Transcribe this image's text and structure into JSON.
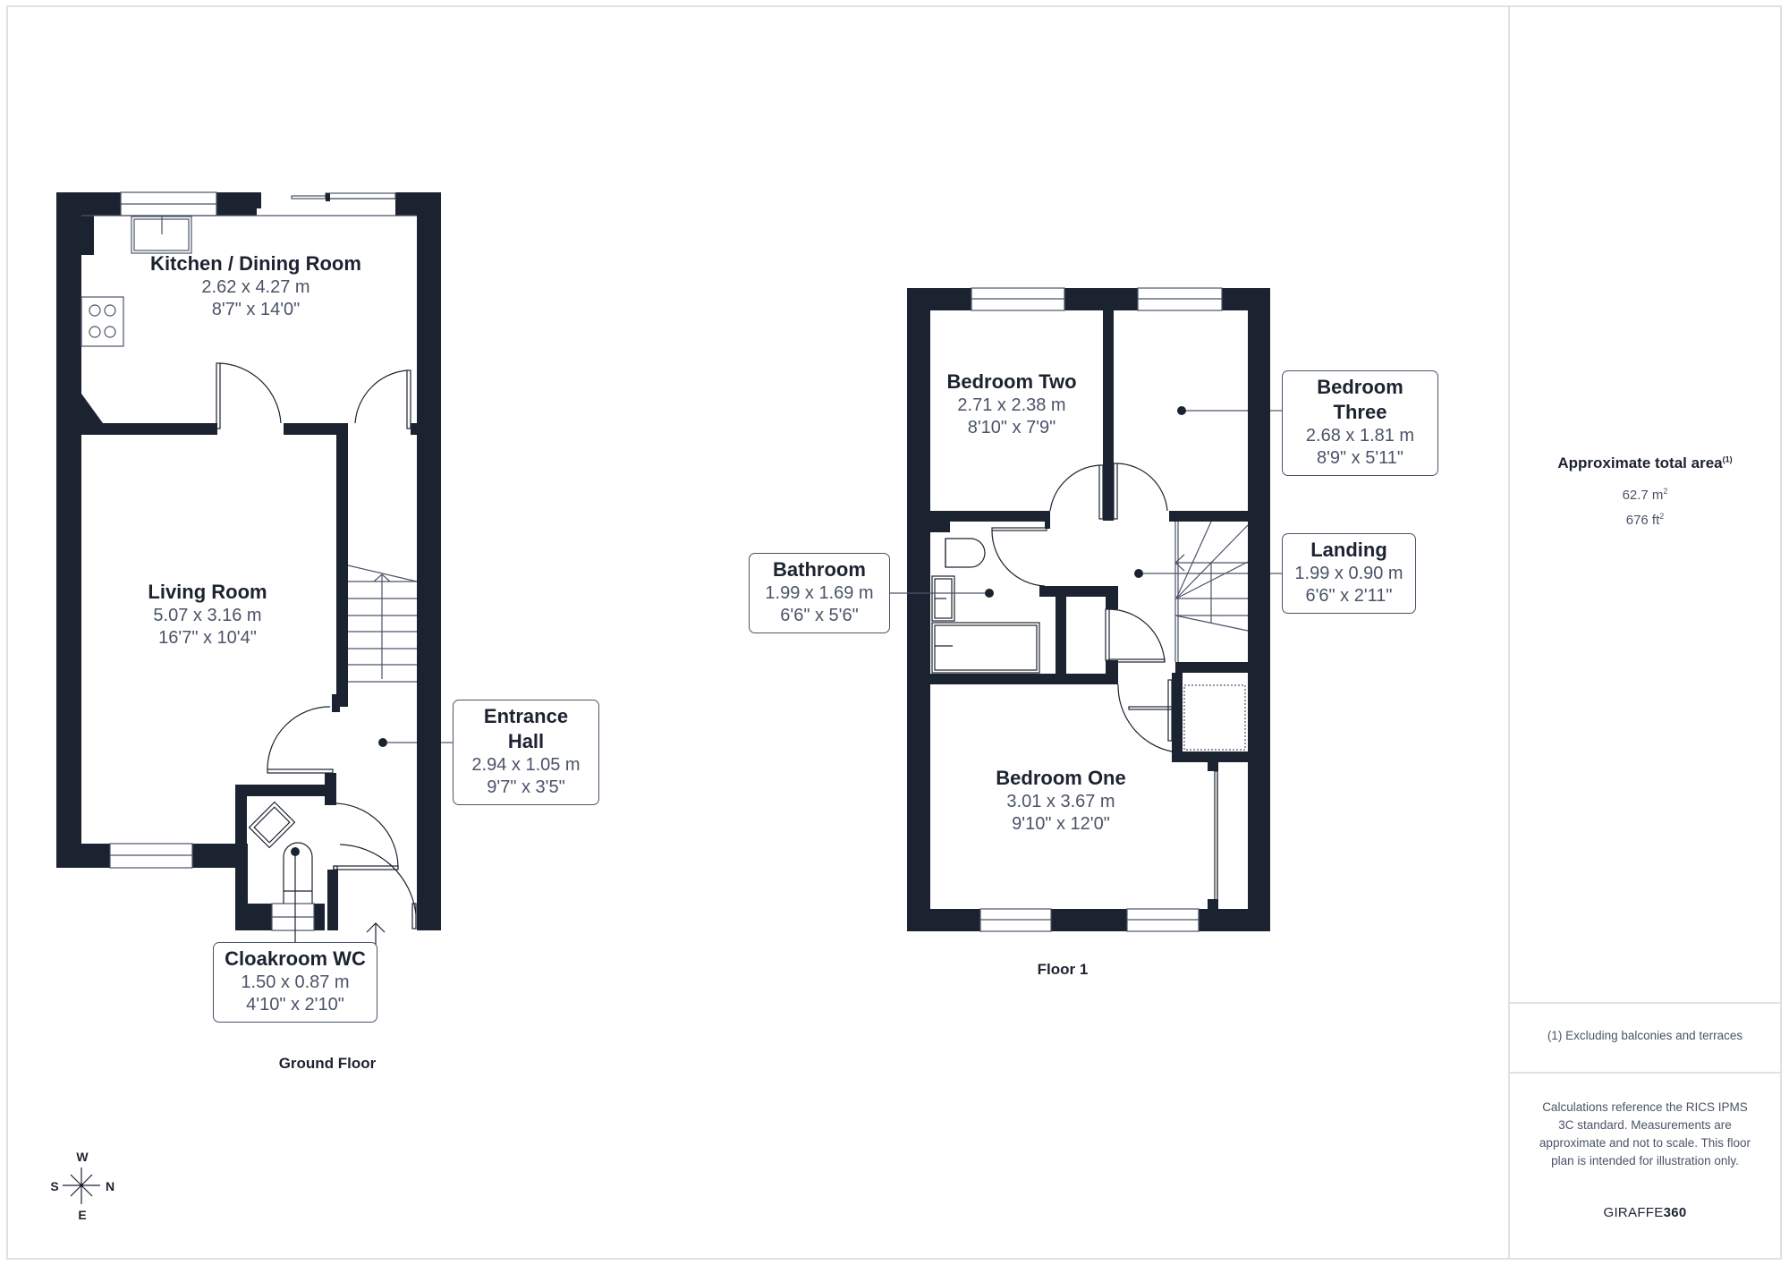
{
  "colors": {
    "wall": "#1c2330",
    "text_dim": "#4a5468",
    "frame": "#e1e1e1"
  },
  "ground_floor": {
    "title": "Ground Floor",
    "rooms": [
      {
        "name": "Kitchen / Dining Room",
        "metric": "2.62 x 4.27 m",
        "imperial": "8'7\" x 14'0\""
      },
      {
        "name": "Living Room",
        "metric": "5.07 x 3.16 m",
        "imperial": "16'7\" x 10'4\""
      },
      {
        "name": "Entrance Hall",
        "metric": "2.94 x 1.05 m",
        "imperial": "9'7\" x 3'5\""
      },
      {
        "name": "Cloakroom WC",
        "metric": "1.50 x 0.87 m",
        "imperial": "4'10\" x 2'10\""
      }
    ]
  },
  "floor_1": {
    "title": "Floor 1",
    "rooms": [
      {
        "name": "Bedroom Two",
        "metric": "2.71 x 2.38 m",
        "imperial": "8'10\" x 7'9\""
      },
      {
        "name": "Bedroom Three",
        "metric": "2.68 x 1.81 m",
        "imperial": "8'9\" x 5'11\""
      },
      {
        "name": "Bathroom",
        "metric": "1.99 x 1.69 m",
        "imperial": "6'6\" x 5'6\""
      },
      {
        "name": "Landing",
        "metric": "1.99 x 0.90 m",
        "imperial": "6'6\" x 2'11\""
      },
      {
        "name": "Bedroom One",
        "metric": "3.01 x 3.67 m",
        "imperial": "9'10\" x 12'0\""
      }
    ]
  },
  "compass": {
    "top": "W",
    "left": "S",
    "right": "N",
    "bottom": "E",
    "icon": "compass-rose-icon"
  },
  "sidebar": {
    "area_title": "Approximate total area",
    "area_footnote_marker": "(1)",
    "area_m2_value": "62.7 m",
    "area_ft2_value": "676 ft",
    "area_unit_power": "2",
    "footnote": "(1) Excluding balconies and terraces",
    "disclaimer": "Calculations reference the RICS IPMS 3C standard. Measurements are approximate and not to scale. This floor plan is intended for illustration only.",
    "brand_light": "GIRAFFE",
    "brand_bold": "360"
  }
}
